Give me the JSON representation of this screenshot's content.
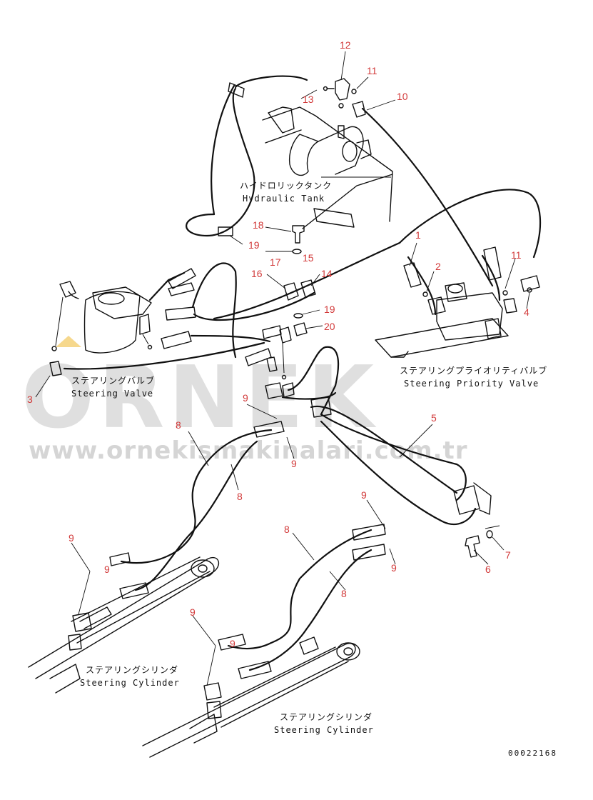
{
  "watermark": {
    "brand": "ORNEK",
    "url": "www.ornekismakinalari.com.tr"
  },
  "titles": {
    "hydraulic_tank_jp": "ハイドロリックタンク",
    "hydraulic_tank_en": "Hydraulic Tank",
    "steering_valve_jp": "ステアリングバルブ",
    "steering_valve_en": "Steering Valve",
    "priority_valve_jp": "ステアリングプライオリティバルブ",
    "priority_valve_en": "Steering Priority Valve",
    "cylinder_left_jp": "ステアリングシリンダ",
    "cylinder_left_en": "Steering Cylinder",
    "cylinder_right_jp": "ステアリングシリンダ",
    "cylinder_right_en": "Steering Cylinder"
  },
  "drawing_code": "00022168",
  "callouts": [
    "12",
    "11",
    "10",
    "13",
    "18",
    "19",
    "17",
    "15",
    "16",
    "14",
    "19",
    "20",
    "1",
    "2",
    "11",
    "4",
    "3",
    "9",
    "8",
    "9",
    "5",
    "8",
    "9",
    "9",
    "9",
    "8",
    "8",
    "9",
    "7",
    "6",
    "9",
    "9"
  ],
  "colors": {
    "callout": "#d23a3a",
    "watermark": "#d9d9d9",
    "line": "#111111",
    "watermark_accent": "#f2c75c"
  }
}
